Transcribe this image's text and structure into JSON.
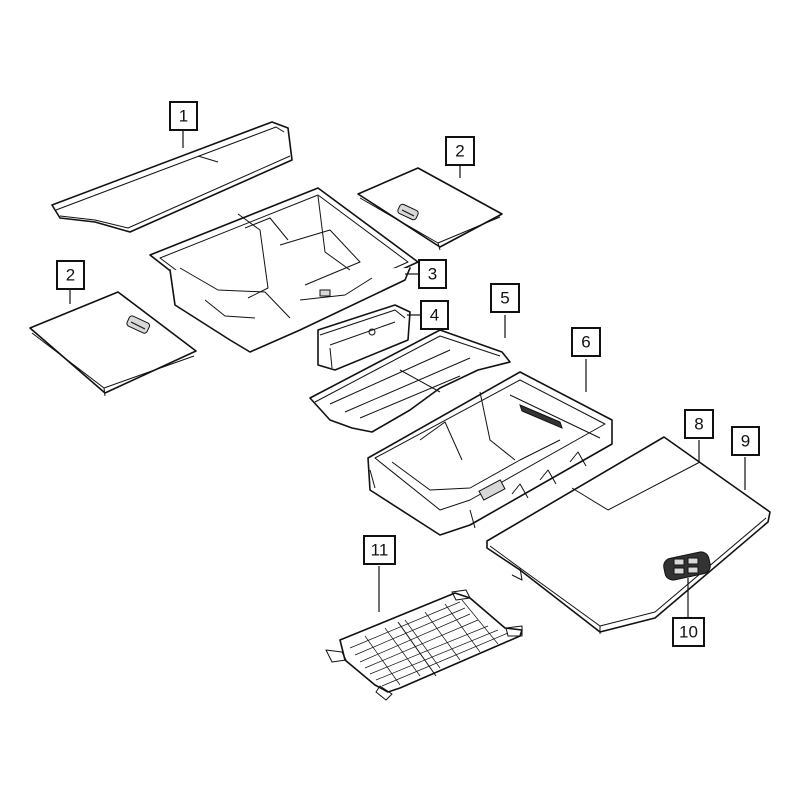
{
  "diagram": {
    "callouts": [
      {
        "id": "c1a",
        "label": "1"
      },
      {
        "id": "c2a",
        "label": "2"
      },
      {
        "id": "c2b",
        "label": "2"
      },
      {
        "id": "c3",
        "label": "3"
      },
      {
        "id": "c4",
        "label": "4"
      },
      {
        "id": "c5",
        "label": "5"
      },
      {
        "id": "c6",
        "label": "6"
      },
      {
        "id": "c8",
        "label": "8"
      },
      {
        "id": "c9",
        "label": "9"
      },
      {
        "id": "c10",
        "label": "10"
      },
      {
        "id": "c11",
        "label": "11"
      }
    ]
  },
  "colors": {
    "line": "#111111",
    "background": "#ffffff",
    "shade": "#d8d8d8"
  }
}
